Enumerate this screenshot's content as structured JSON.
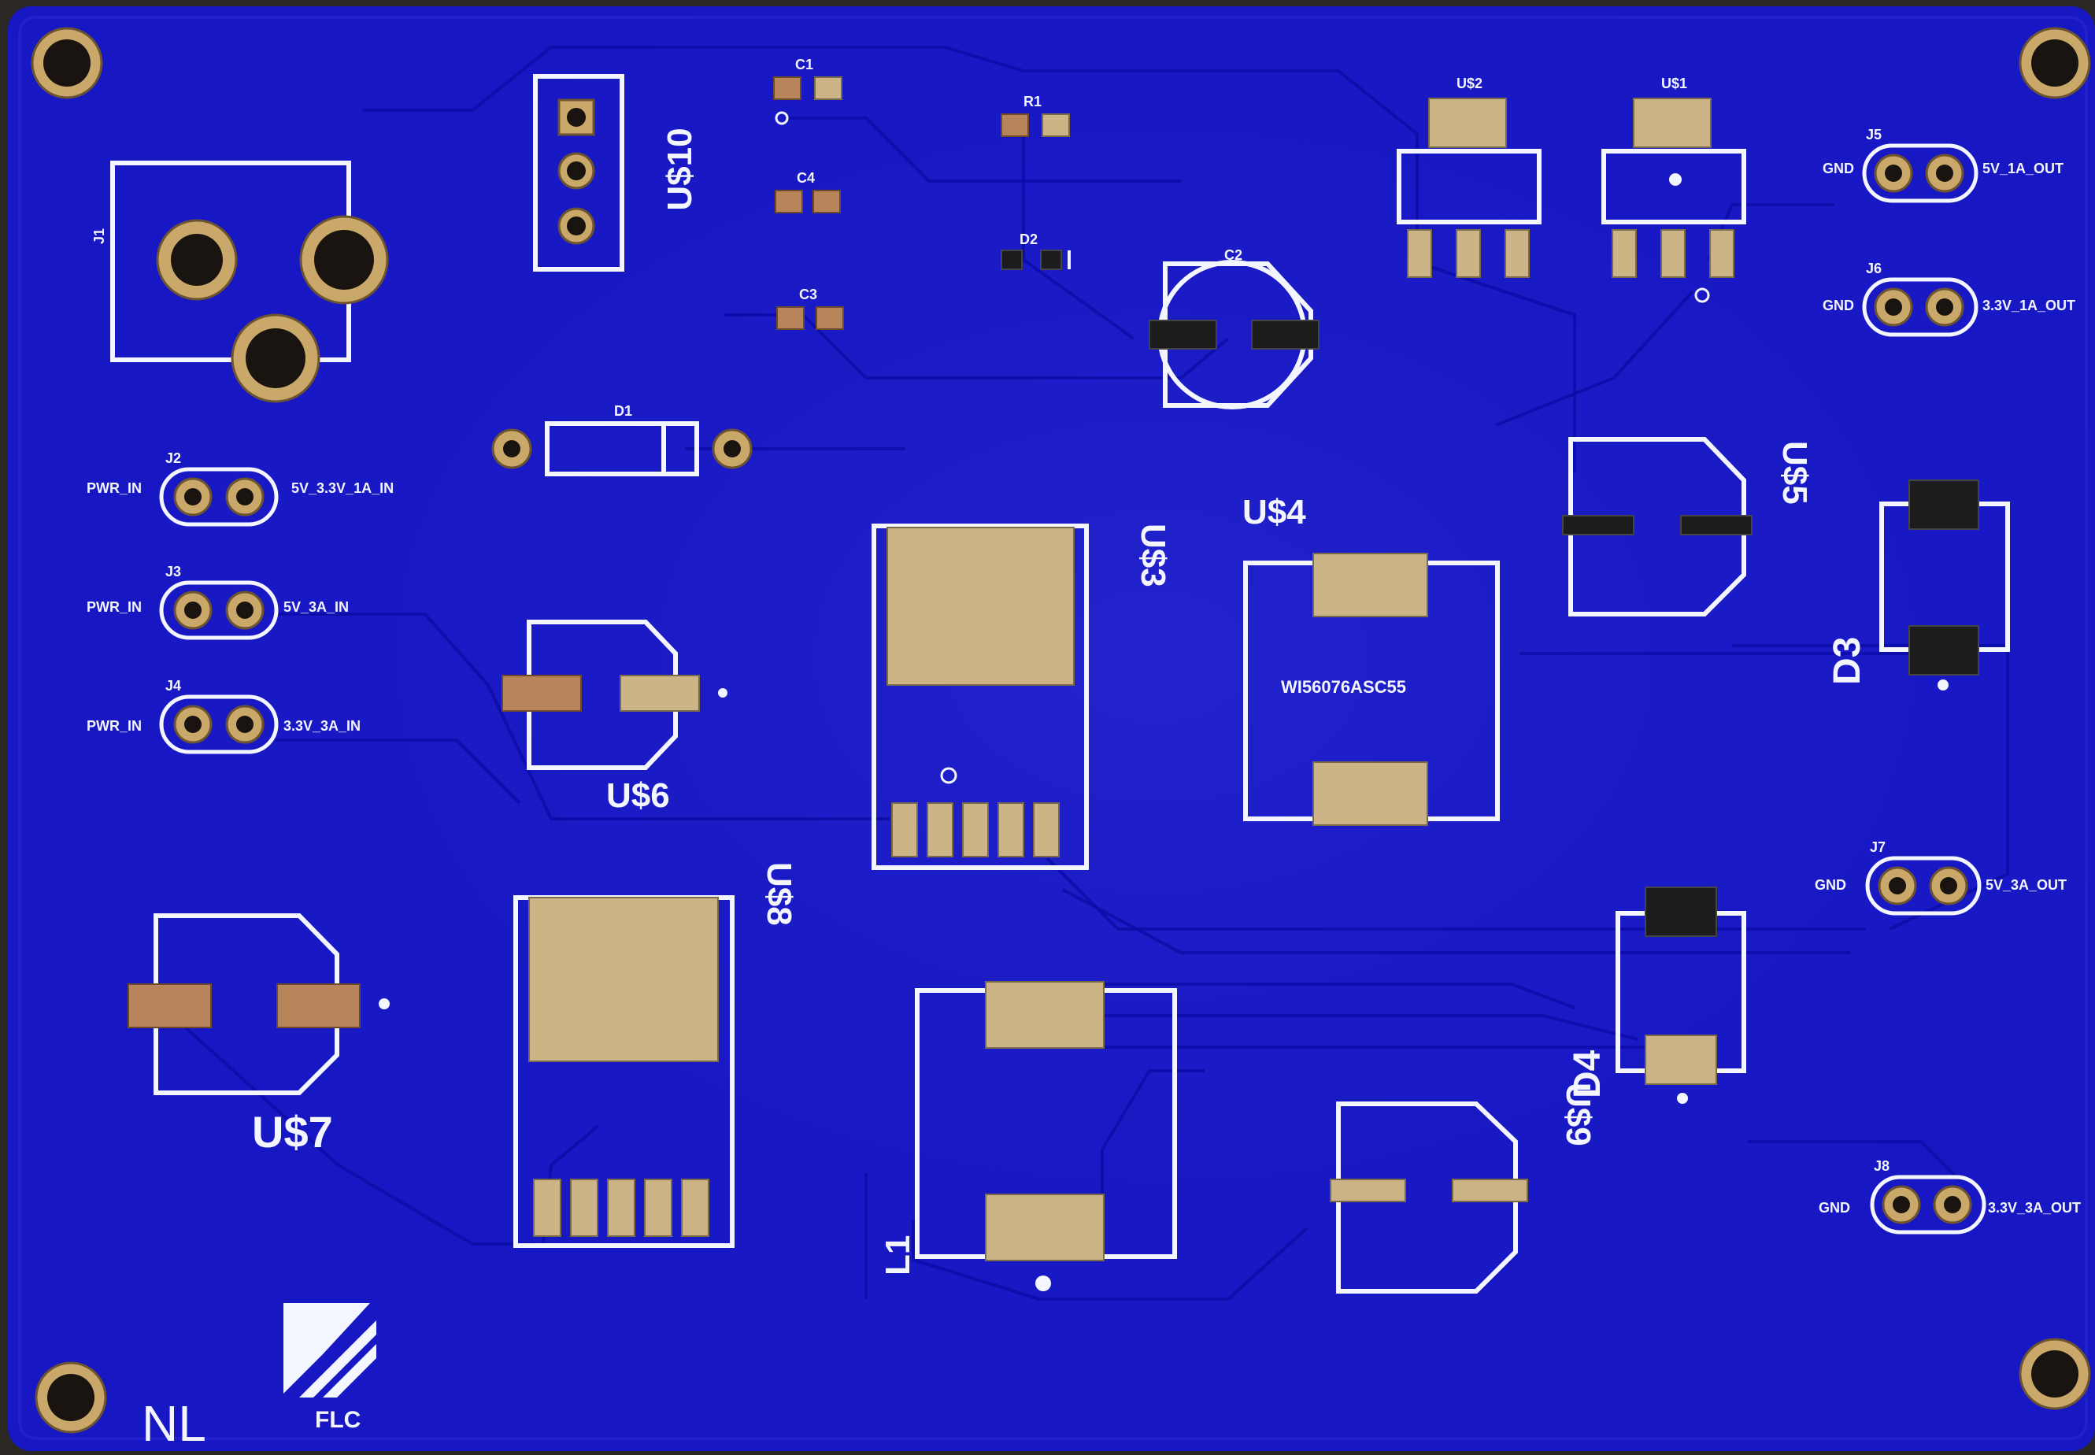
{
  "board": {
    "substrate_color": "#1717c4",
    "silkscreen_color": "#f4f6ff",
    "pad_color": "#cdb487",
    "logo_text_nl": "NL",
    "logo_text_flc": "FLC"
  },
  "labels": {
    "j1": "J1",
    "us10": "U$10",
    "c1": "C1",
    "r1": "R1",
    "c4": "C4",
    "d2": "D2",
    "c3": "C3",
    "c2": "C2",
    "u2": "U$2",
    "u1": "U$1",
    "d1": "D1",
    "us3": "U$3",
    "us4": "U$4",
    "us4_part": "WI56076ASC55",
    "us5": "U$5",
    "d3": "D3",
    "us6": "U$6",
    "us7": "U$7",
    "us8": "U$8",
    "us9": "U$9",
    "d4": "D4",
    "l1": "L1"
  },
  "connectors": {
    "j2": {
      "ref": "J2",
      "left": "PWR_IN",
      "right": "5V_3.3V_1A_IN"
    },
    "j3": {
      "ref": "J3",
      "left": "PWR_IN",
      "right": "5V_3A_IN"
    },
    "j4": {
      "ref": "J4",
      "left": "PWR_IN",
      "right": "3.3V_3A_IN"
    },
    "j5": {
      "ref": "J5",
      "left": "GND",
      "right": "5V_1A_OUT"
    },
    "j6": {
      "ref": "J6",
      "left": "GND",
      "right": "3.3V_1A_OUT"
    },
    "j7": {
      "ref": "J7",
      "left": "GND",
      "right": "5V_3A_OUT"
    },
    "j8": {
      "ref": "J8",
      "left": "GND",
      "right": "3.3V_3A_OUT"
    }
  }
}
